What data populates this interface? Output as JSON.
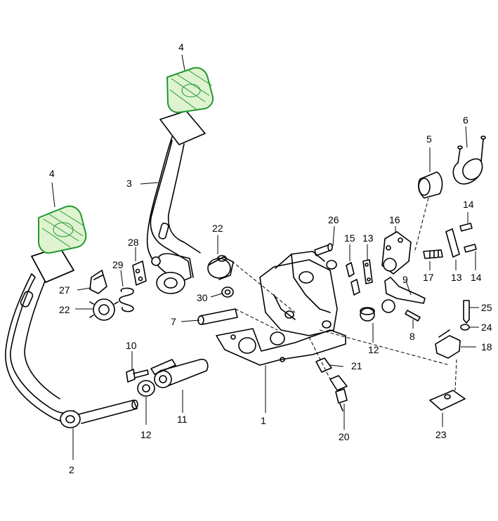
{
  "diagram": {
    "highlight_color": "#1f9a2e",
    "highlight_fill": "#dff3d0",
    "callouts": {
      "c1": "1",
      "c2": "2",
      "c3": "3",
      "c4a": "4",
      "c4b": "4",
      "c5": "5",
      "c6": "6",
      "c7": "7",
      "c8": "8",
      "c9": "9",
      "c10": "10",
      "c11": "11",
      "c12a": "12",
      "c12b": "12",
      "c13a": "13",
      "c13b": "13",
      "c14a": "14",
      "c14b": "14",
      "c15": "15",
      "c16": "16",
      "c17": "17",
      "c18": "18",
      "c20": "20",
      "c21": "21",
      "c22a": "22",
      "c22b": "22",
      "c23": "23",
      "c24": "24",
      "c25": "25",
      "c26": "26",
      "c27": "27",
      "c28": "28",
      "c29": "29",
      "c30": "30"
    }
  }
}
